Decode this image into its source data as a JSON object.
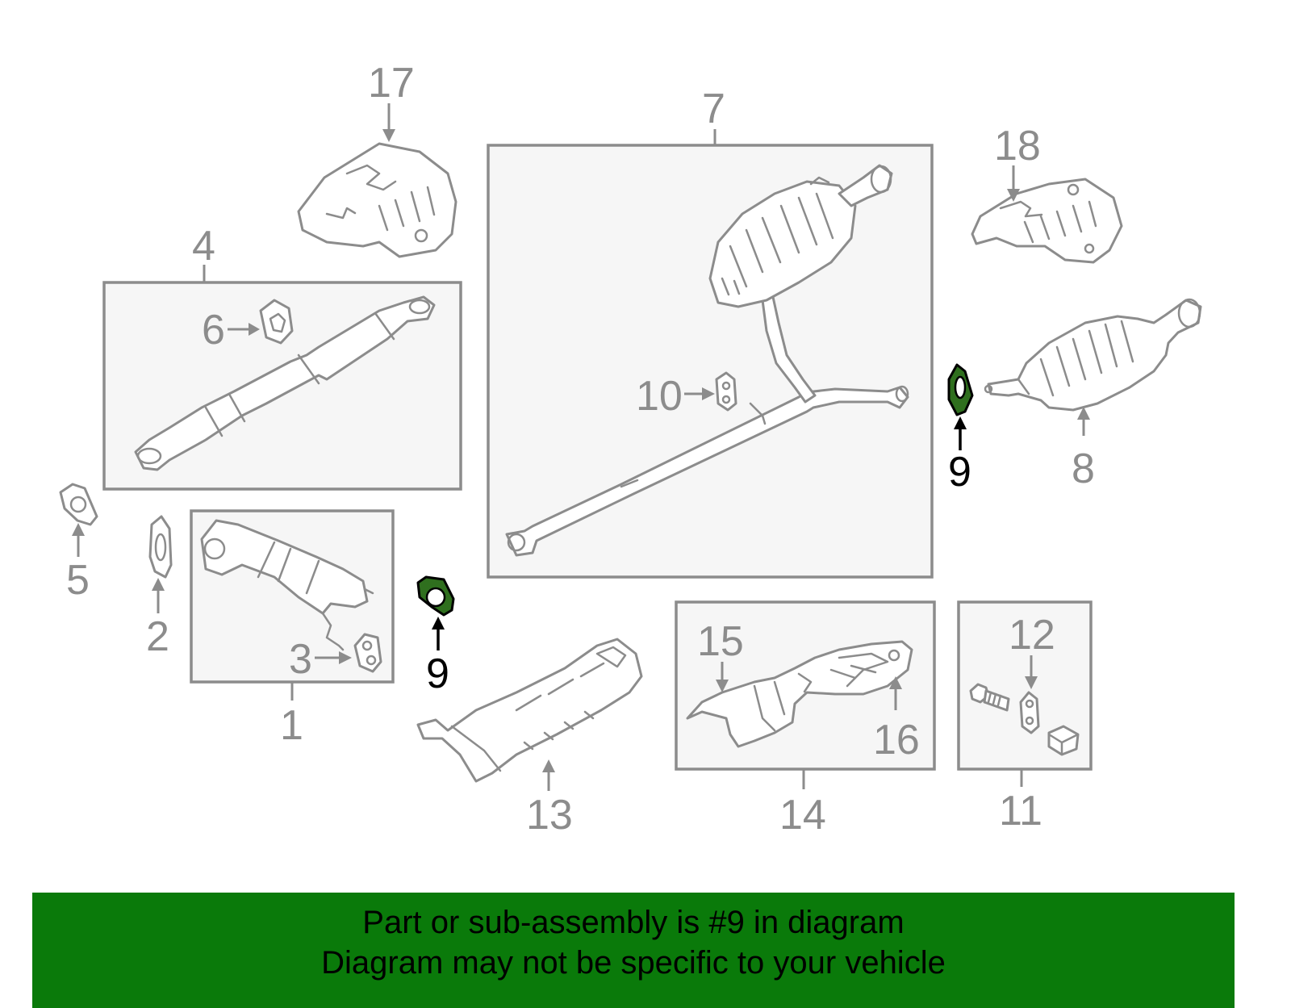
{
  "diagram": {
    "callouts": {
      "c1": "1",
      "c2": "2",
      "c3": "3",
      "c4": "4",
      "c5": "5",
      "c6": "6",
      "c7": "7",
      "c8": "8",
      "c9a": "9",
      "c9b": "9",
      "c10": "10",
      "c11": "11",
      "c12": "12",
      "c13": "13",
      "c14": "14",
      "c15": "15",
      "c16": "16",
      "c17": "17",
      "c18": "18"
    },
    "highlight_part": "9",
    "colors": {
      "line": "#8c8c8c",
      "highlight_fill": "#2f6f1e",
      "highlight_outline": "#000000",
      "banner": "#0a7a0a"
    }
  },
  "banner": {
    "line1": "Part or sub-assembly is #9 in diagram",
    "line2": "Diagram may not be specific to your vehicle"
  }
}
